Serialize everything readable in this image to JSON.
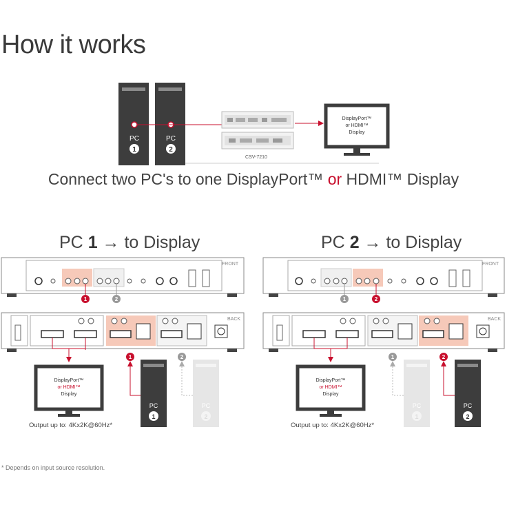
{
  "header": {
    "title": "How it works"
  },
  "overview": {
    "pc1": {
      "label": "PC",
      "number": "1"
    },
    "pc2": {
      "label": "PC",
      "number": "2"
    },
    "device_model": "CSV-7210",
    "display_text": [
      "DisplayPort™",
      "or HDMI™",
      "Display"
    ],
    "caption_before": "Connect two PC's to one DisplayPort™ ",
    "caption_accent": "or",
    "caption_after": " HDMI™ Display"
  },
  "panels": [
    {
      "title_prefix": "PC ",
      "title_number": "1",
      "title_suffix": " → to Display",
      "front_label": "FRONT",
      "back_label": "BACK",
      "active_pc": "1",
      "display_text": [
        "DisplayPort™",
        "or HDMI™",
        "Display"
      ],
      "output_label": "Output up to:",
      "output_value": "4Kx2K@60Hz*",
      "pc_label": "PC",
      "pc1_number": "1",
      "pc2_number": "2"
    },
    {
      "title_prefix": "PC ",
      "title_number": "2",
      "title_suffix": " → to Display",
      "front_label": "FRONT",
      "back_label": "BACK",
      "active_pc": "2",
      "display_text": [
        "DisplayPort™",
        "or HDMI™",
        "Display"
      ],
      "output_label": "Output up to:",
      "output_value": "4Kx2K@60Hz*",
      "pc_label": "PC",
      "pc1_number": "1",
      "pc2_number": "2"
    }
  ],
  "footnote": "* Depends on input source resolution.",
  "colors": {
    "accent": "#c8102e",
    "dark": "#3d3d3d",
    "highlight": "#f6c9b9",
    "faded": "#e6e6e6"
  }
}
